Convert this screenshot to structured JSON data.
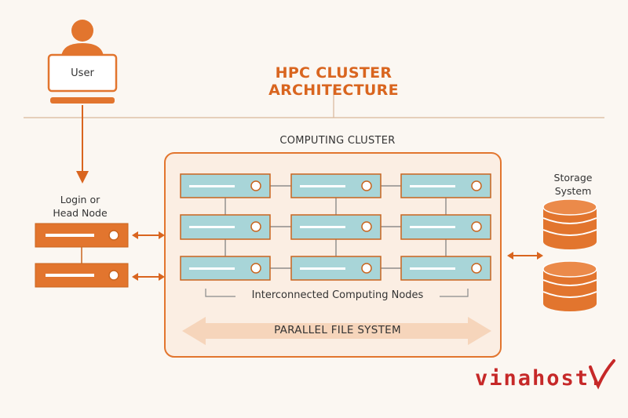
{
  "title": "HPC CLUSTER ARCHITECTURE",
  "user": {
    "label": "User"
  },
  "login_node": {
    "label_line1": "Login or",
    "label_line2": "Head Node"
  },
  "cluster": {
    "label": "COMPUTING CLUSTER",
    "nodes_label": "Interconnected Computing Nodes",
    "filesystem_label": "PARALLEL FILE SYSTEM"
  },
  "storage": {
    "label_line1": "Storage",
    "label_line2": "System"
  },
  "brand": {
    "text": "vinahost."
  },
  "colors": {
    "accent": "#e2752e",
    "accent_dark": "#c9651f",
    "node_fill": "#a8d5d8",
    "cluster_bg": "#fbeee3",
    "brand_red": "#c62828"
  }
}
